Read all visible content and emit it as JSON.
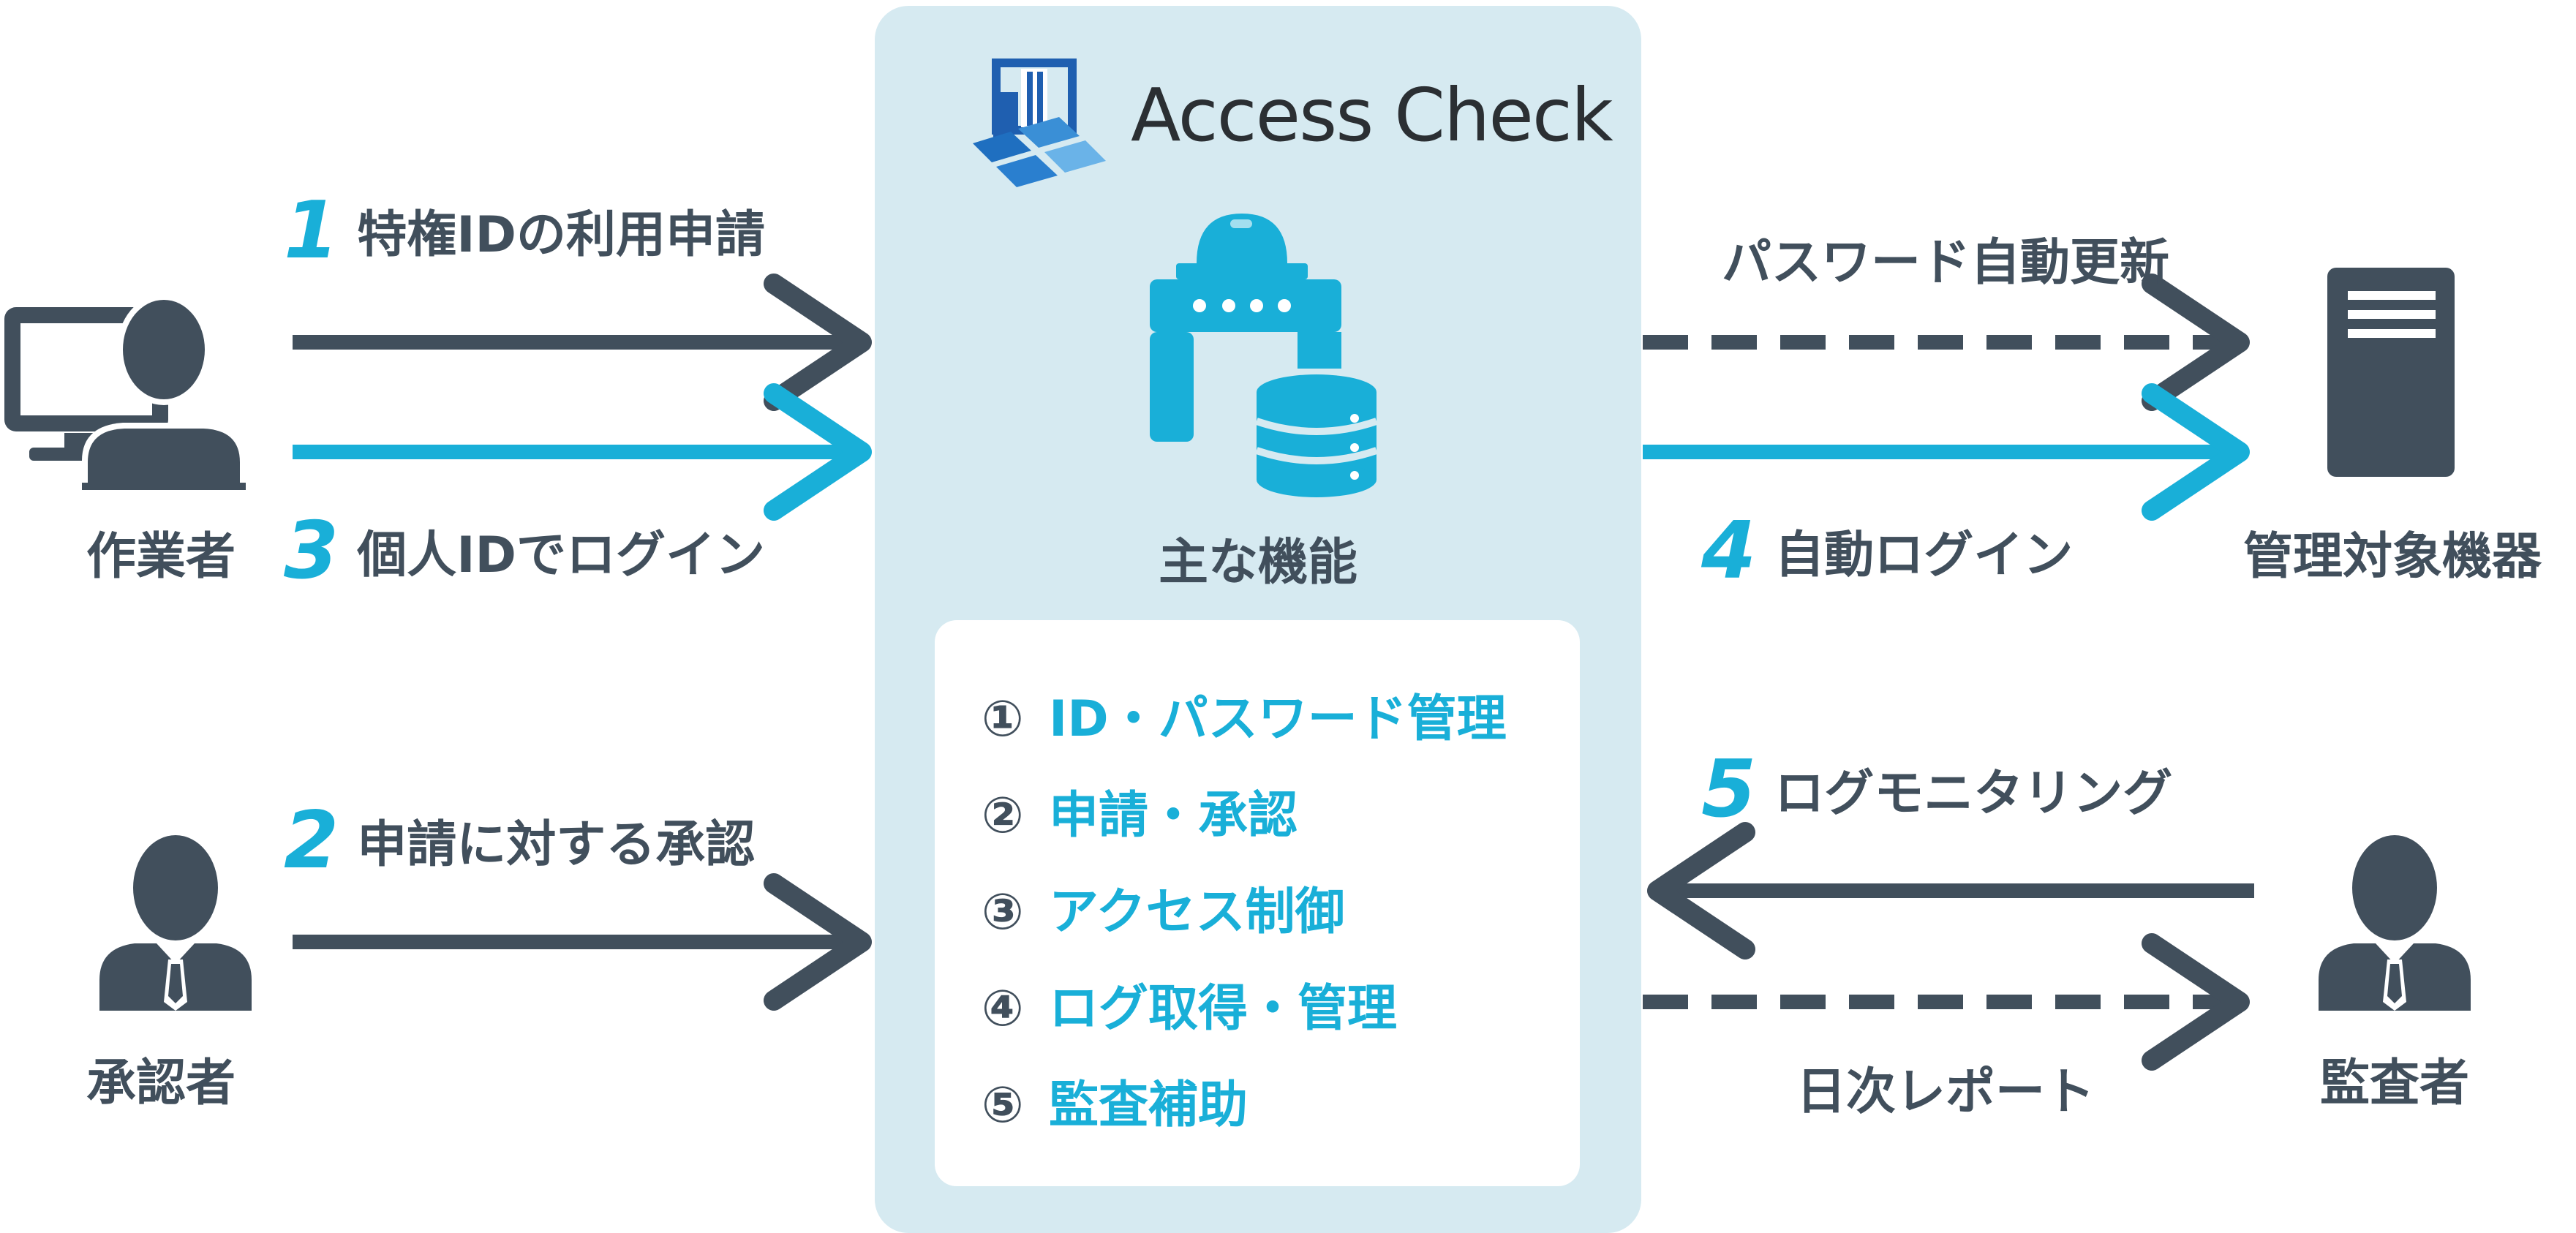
{
  "logo": {
    "brand": "Access Check"
  },
  "center": {
    "main_label": "主な機能",
    "functions": [
      {
        "num": "①",
        "text": "ID・パスワード管理"
      },
      {
        "num": "②",
        "text": "申請・承認"
      },
      {
        "num": "③",
        "text": "アクセス制御"
      },
      {
        "num": "④",
        "text": "ログ取得・管理"
      },
      {
        "num": "⑤",
        "text": "監査補助"
      }
    ]
  },
  "actors": {
    "worker": "作業者",
    "approver": "承認者",
    "target": "管理対象機器",
    "auditor": "監査者"
  },
  "flows": {
    "step1": {
      "num": "1",
      "label": "特権IDの利用申請"
    },
    "step3": {
      "num": "3",
      "label": "個人IDでログイン"
    },
    "step2": {
      "num": "2",
      "label": "申請に対する承認"
    },
    "password_update": "パスワード自動更新",
    "step4": {
      "num": "4",
      "label": "自動ログイン"
    },
    "step5": {
      "num": "5",
      "label": "ログモニタリング"
    },
    "daily_report": "日次レポート"
  },
  "colors": {
    "accent": "#19afd8",
    "dark": "#414f5c",
    "panel": "#d6eaf1"
  }
}
